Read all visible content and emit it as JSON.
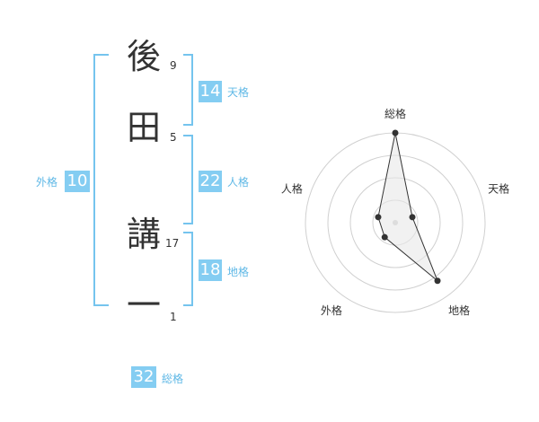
{
  "name": {
    "chars": [
      {
        "char": "後",
        "strokes": "9"
      },
      {
        "char": "田",
        "strokes": "5"
      },
      {
        "char": "講",
        "strokes": "17"
      },
      {
        "char": "一",
        "strokes": "1"
      }
    ]
  },
  "kaku": {
    "tenkaku": {
      "value": "14",
      "label": "天格"
    },
    "jinkaku": {
      "value": "22",
      "label": "人格"
    },
    "chikaku": {
      "value": "18",
      "label": "地格"
    },
    "gaikaku": {
      "value": "10",
      "label": "外格"
    },
    "soukaku": {
      "value": "32",
      "label": "総格"
    }
  },
  "colors": {
    "accent": "#84cdf2",
    "accent_text": "#5fb8e6",
    "radar_fill": "#e8e8e8",
    "radar_point": "#333333"
  },
  "chart_data": {
    "type": "radar",
    "axes": [
      "総格",
      "天格",
      "地格",
      "外格",
      "人格"
    ],
    "values": [
      5,
      1,
      4,
      1,
      1
    ],
    "rmax": 5,
    "rings": 4,
    "grid": true
  }
}
